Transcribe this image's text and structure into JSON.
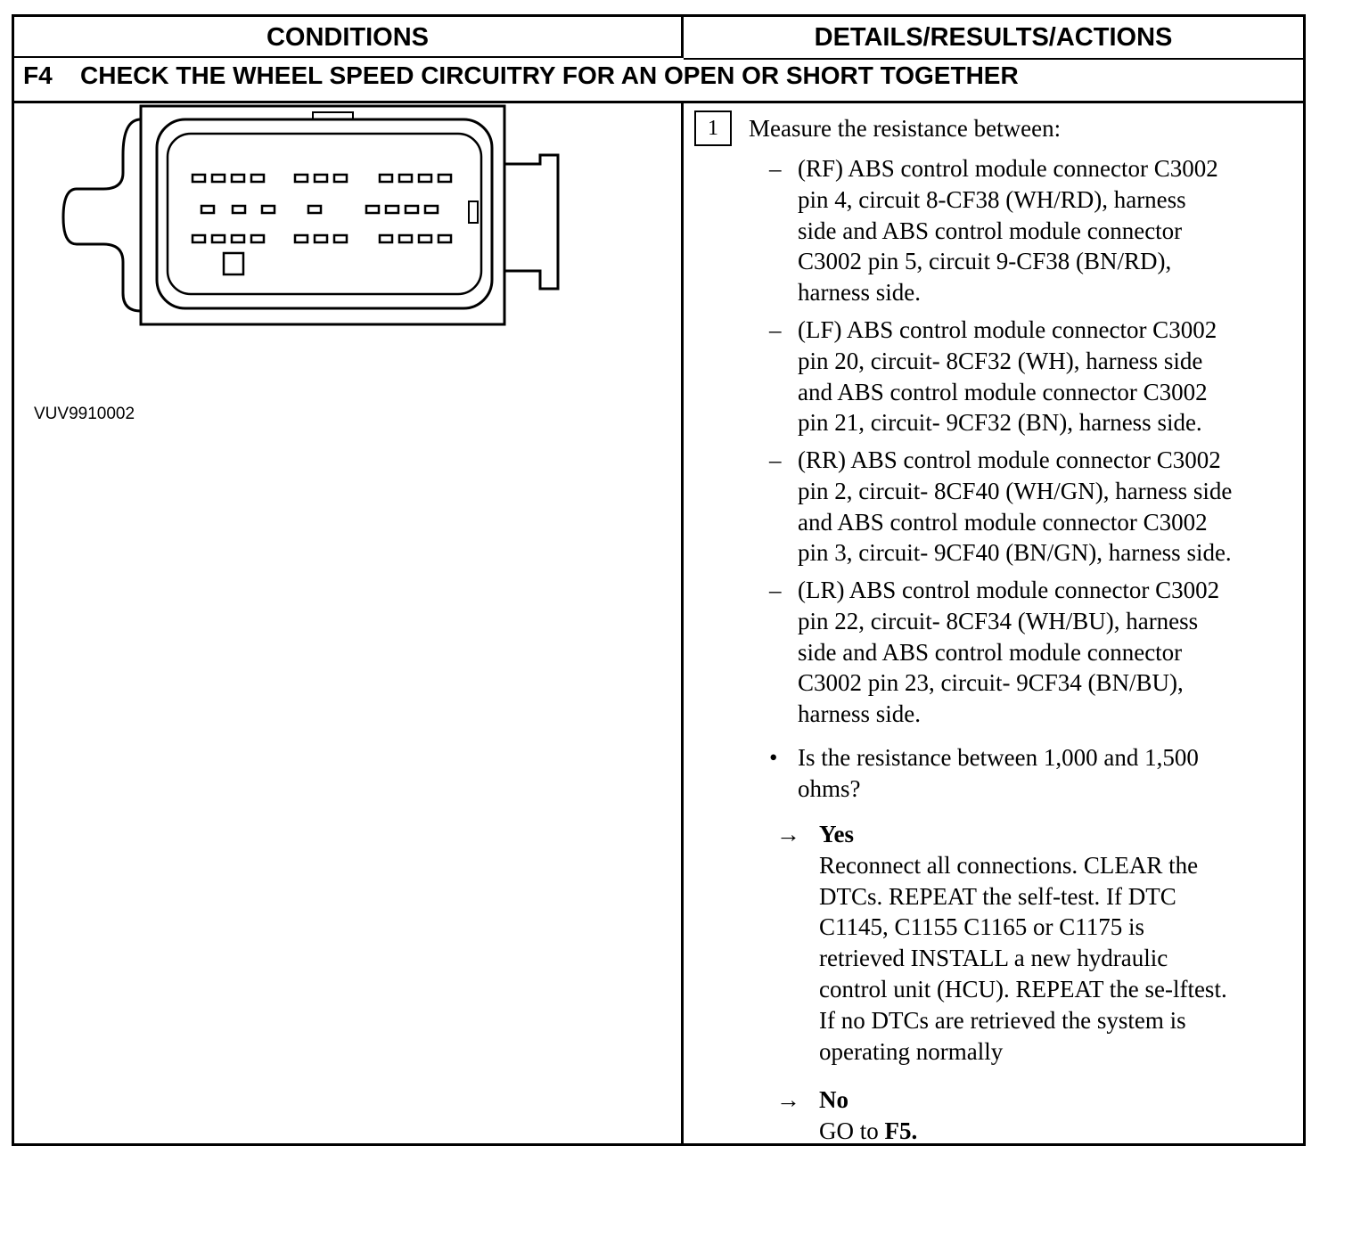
{
  "header": {
    "conditions": "CONDITIONS",
    "details": "DETAILS/RESULTS/ACTIONS"
  },
  "section": {
    "code": "F4",
    "title": "CHECK THE WHEEL SPEED CIRCUITRY FOR AN OPEN OR SHORT TOGETHER"
  },
  "figure": {
    "label": "VUV9910002"
  },
  "step": {
    "number": "1",
    "text": "Measure the resistance between:",
    "items": [
      {
        "mark": "–",
        "line1": "(RF) ABS control module connector C3002",
        "line2": "pin 4, circuit  8-CF38 (WH/RD), harness",
        "line3": "side and ABS control module connector",
        "line4": "C3002 pin 5, circuit 9-CF38 (BN/RD),",
        "line5": "harness side."
      },
      {
        "mark": "–",
        "line1": "(LF) ABS control module connector C3002",
        "line2": "pin 20, circuit- 8CF32 (WH), harness side",
        "line3": "and ABS control module connector C3002",
        "line4": "pin 21, circuit- 9CF32 (BN), harness side."
      },
      {
        "mark": "–",
        "line1": "(RR) ABS control module connector C3002",
        "line2": "pin 2, circuit- 8CF40 (WH/GN), harness side",
        "line3": "and ABS control module connector C3002",
        "line4": "pin 3, circuit- 9CF40 (BN/GN), harness side."
      },
      {
        "mark": "–",
        "line1": "(LR) ABS control module connector C3002",
        "line2": "pin 22, circuit- 8CF34 (WH/BU), harness",
        "line3": "side and  ABS control module connector",
        "line4": "C3002 pin 23, circuit- 9CF34 (BN/BU),",
        "line5": "harness side."
      }
    ],
    "question": {
      "mark": "•",
      "line1": "Is the resistance between 1,000 and 1,500",
      "line2": "ohms?"
    }
  },
  "answers": {
    "yes": {
      "arrow": "→",
      "label": "Yes",
      "lines": [
        "Reconnect all connections. CLEAR the",
        "DTCs. REPEAT the self-test. If DTC",
        "C1145, C1155 C1165 or C1175 is",
        "retrieved INSTALL a new hydraulic",
        "control unit (HCU). REPEAT the se-lftest.",
        "If no DTCs are retrieved the system is",
        "operating normally"
      ]
    },
    "no": {
      "arrow": "→",
      "label": "No",
      "text_prefix": "GO to ",
      "target": "F5."
    }
  }
}
